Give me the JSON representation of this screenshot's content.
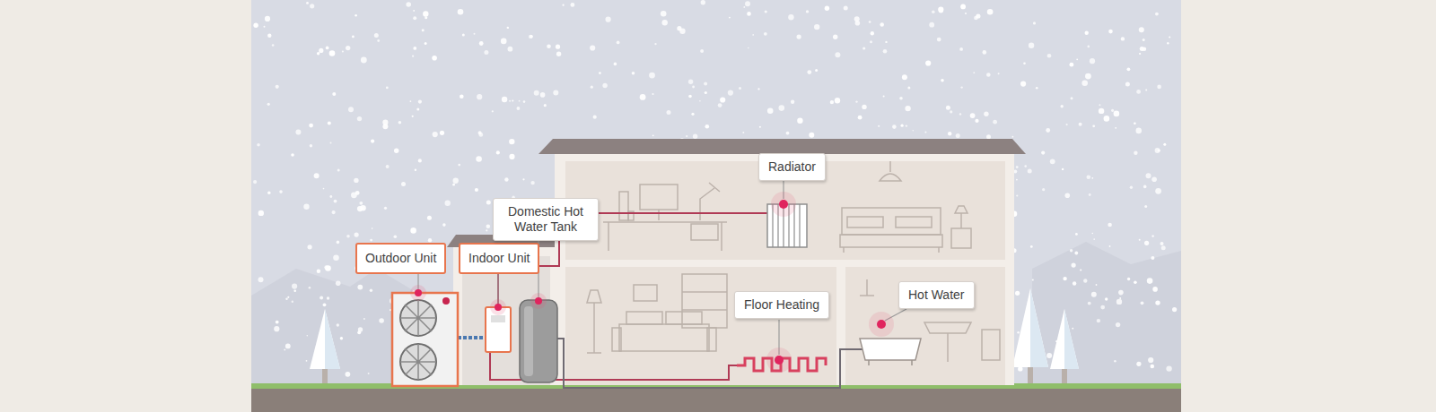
{
  "diagram": {
    "nodes": [
      {
        "text": [
          "Outdoor Unit"
        ]
      },
      {
        "text": [
          "Indoor Unit"
        ]
      },
      {
        "text": [
          "Domestic Hot Water Tank"
        ]
      },
      {
        "text": [
          "Radiator"
        ]
      },
      {
        "text": [
          "Floor Heating"
        ]
      },
      {
        "text": [
          "Hot Water"
        ]
      }
    ]
  }
}
